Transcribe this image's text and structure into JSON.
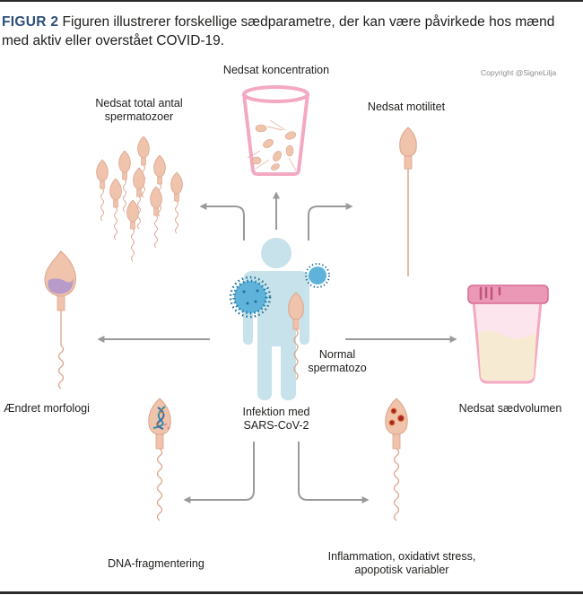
{
  "figure": {
    "label": "FIGUR 2",
    "caption": " Figuren illustrerer forskellige sædparametre, der kan være påvirkede hos mænd med aktiv eller overstået COVID-19.",
    "copyright": "Copyright @SigneLilja",
    "accent_color": "#2d4f7c"
  },
  "center": {
    "label_line1": "Infektion med",
    "label_line2": "SARS-CoV-2",
    "normal_sperm_line1": "Normal",
    "normal_sperm_line2": "spermatozo"
  },
  "effects": [
    {
      "id": "total-count",
      "line1": "Nedsat total antal",
      "line2": "spermatozoer",
      "direction": "up-left"
    },
    {
      "id": "concentration",
      "line1": "Nedsat koncentration",
      "direction": "up"
    },
    {
      "id": "motility",
      "line1": "Nedsat motilitet",
      "direction": "up-right"
    },
    {
      "id": "morphology",
      "line1": "Ændret morfologi",
      "direction": "left"
    },
    {
      "id": "semen-volume",
      "line1": "Nedsat sædvolumen",
      "direction": "right"
    },
    {
      "id": "dna-fragmentation",
      "line1": "DNA-fragmentering",
      "direction": "down-left"
    },
    {
      "id": "inflammation",
      "line1": "Inflammation, oxidativt stress,",
      "line2": "apopotisk variabler",
      "direction": "down-right"
    }
  ],
  "colors": {
    "sperm_fill": "#efc3ac",
    "sperm_stroke": "#dca48b",
    "person": "#c7e2ea",
    "virus": "#2b9bc9",
    "arrow": "#9a9a9a",
    "cup_pink": "#f4a9c2",
    "cap_pink": "#e889ab",
    "semen": "#f7ead2",
    "morph_purple": "#b99bc9"
  }
}
